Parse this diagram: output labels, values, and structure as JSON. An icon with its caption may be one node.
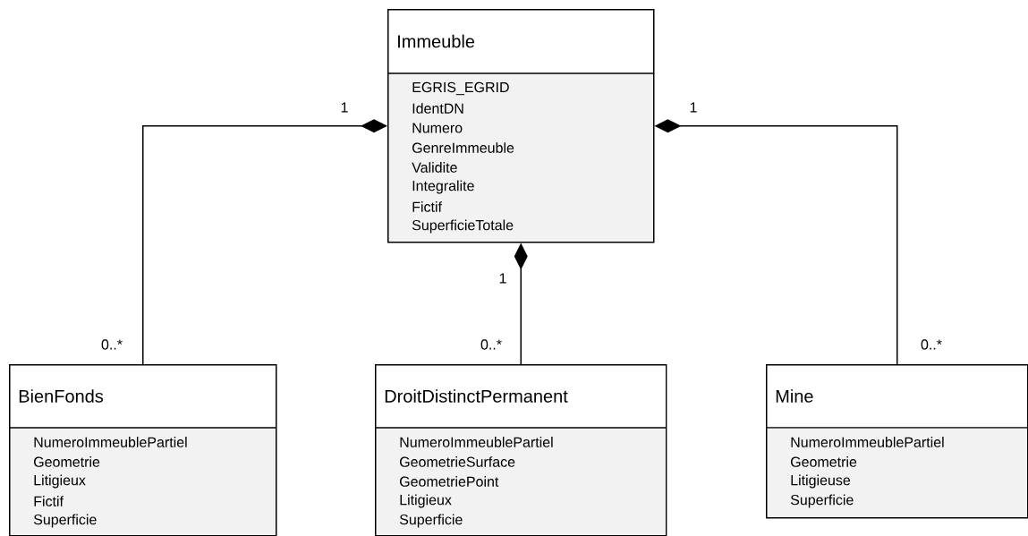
{
  "diagram": {
    "nodes": [
      {
        "text": [
          "Immeuble",
          "EGRIS_EGRID",
          "IdentDN",
          "Numero",
          "GenreImmeuble",
          "Validite",
          "Integralite",
          "Fictif",
          "SuperficieTotale"
        ]
      },
      {
        "text": [
          "BienFonds",
          "NumeroImmeublePartiel",
          "Geometrie",
          "Litigieux",
          "Fictif",
          "Superficie"
        ]
      },
      {
        "text": [
          "DroitDistinctPermanent",
          "NumeroImmeublePartiel",
          "GeometrieSurface",
          "GeometriePoint",
          "Litigieux",
          "Superficie"
        ]
      },
      {
        "text": [
          "Mine",
          "NumeroImmeublePartiel",
          "Geometrie",
          "Litigieuse",
          "Superficie"
        ]
      }
    ],
    "edges": [
      {
        "from": 1,
        "to": 0,
        "arrow": "other"
      },
      {
        "from": 3,
        "to": 0,
        "arrow": "other"
      },
      {
        "from": 2,
        "to": 0,
        "arrow": "other"
      }
    ],
    "labels": [
      "1",
      "1",
      "1",
      "0..*",
      "0..*",
      "0..*"
    ]
  }
}
